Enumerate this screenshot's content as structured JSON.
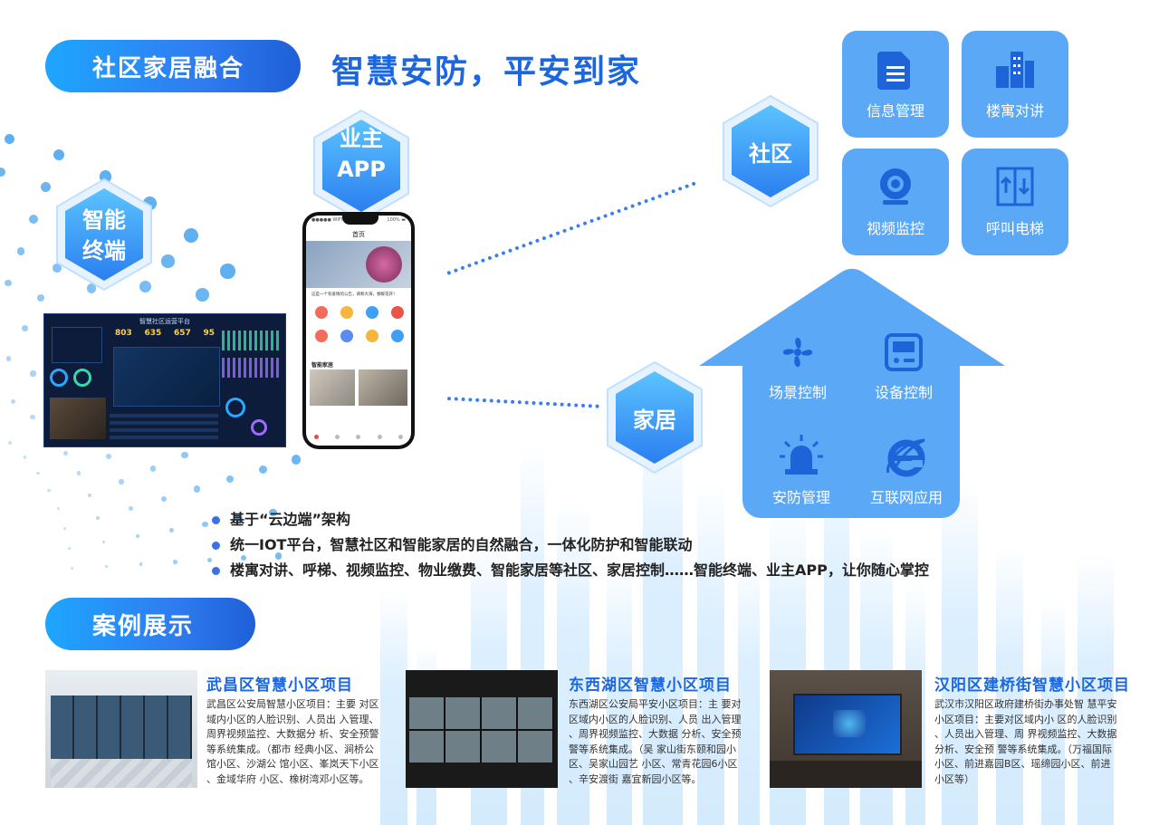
{
  "header": {
    "section1_title": "社区家居融合",
    "tagline": "智慧安防，平安到家"
  },
  "hexes": {
    "terminal": [
      "智能",
      "终端"
    ],
    "owner_app": [
      "业主",
      "APP"
    ],
    "community": "社区",
    "home": "家居"
  },
  "community_tiles": [
    {
      "label": "信息管理",
      "icon": "sim-card-icon"
    },
    {
      "label": "楼寓对讲",
      "icon": "buildings-icon"
    },
    {
      "label": "视频监控",
      "icon": "webcam-icon"
    },
    {
      "label": "呼叫电梯",
      "icon": "elevator-icon"
    }
  ],
  "home_items": [
    {
      "label": "场景控制",
      "icon": "fan-icon"
    },
    {
      "label": "设备控制",
      "icon": "device-panel-icon"
    },
    {
      "label": "安防管理",
      "icon": "alarm-light-icon"
    },
    {
      "label": "互联网应用",
      "icon": "ie-browser-icon"
    }
  ],
  "bullets": [
    "基于“云边端”架构",
    "统一IOT平台，智慧社区和智能家居的自然融合，一体化防护和智能联动",
    "楼寓对讲、呼梯、视频监控、物业缴费、智能家居等社区、家居控制……智能终端、业主APP，让你随心掌控"
  ],
  "dashboard": {
    "title": "智慧社区运营平台",
    "stats": [
      "803",
      "635",
      "657",
      "95"
    ]
  },
  "phone": {
    "status_left": "●●●●● WIFI",
    "status_right": "100% ▬",
    "header": "首页",
    "banner_caption": "这是一个有爱情的公告，请和大海，春暖花开！",
    "section": "智能家居"
  },
  "section2_title": "案例展示",
  "cases": [
    {
      "title": "武昌区智慧小区项目",
      "desc_lines": [
        "武昌区公安局智慧小区项目：主要 对区",
        "域内小区的人脸识别、人员出 入管理、",
        "周界视频监控、大数据分 析、安全预警",
        "等系统集成。（都市 经典小区、涧桥公",
        "馆小区、沙湖公 馆小区、峯岚天下小区",
        "、金域华府 小区、橡树湾邓小区等。"
      ]
    },
    {
      "title": "东西湖区智慧小区项目",
      "desc_lines": [
        "东西湖区公安局平安小区项目：主 要对",
        "区域内小区的人脸识别、人员 出入管理",
        "、周界视频监控、大数据 分析、安全预",
        "警等系统集成。（吴 家山街东颐和园小",
        "区、吴家山园艺 小区、常青花园6小区",
        "、辛安渡街 嘉宜新园小区等。"
      ]
    },
    {
      "title": "汉阳区建桥街智慧小区项目",
      "desc_lines": [
        "武汉市汉阳区政府建桥街办事处智 慧平安",
        "小区项目：主要对区域内小 区的人脸识别",
        "、人员出入管理、周 界视频监控、大数据",
        "分析、安全预 警等系统集成。（万福国际",
        "小区、前进嘉园B区、瑶缔园小区、前进",
        "小区等）"
      ]
    }
  ],
  "colors": {
    "accent": "#1b67e0",
    "pill_start": "#1ea6ff",
    "pill_end": "#1f5fd8",
    "tile": "#5ba8f7"
  }
}
